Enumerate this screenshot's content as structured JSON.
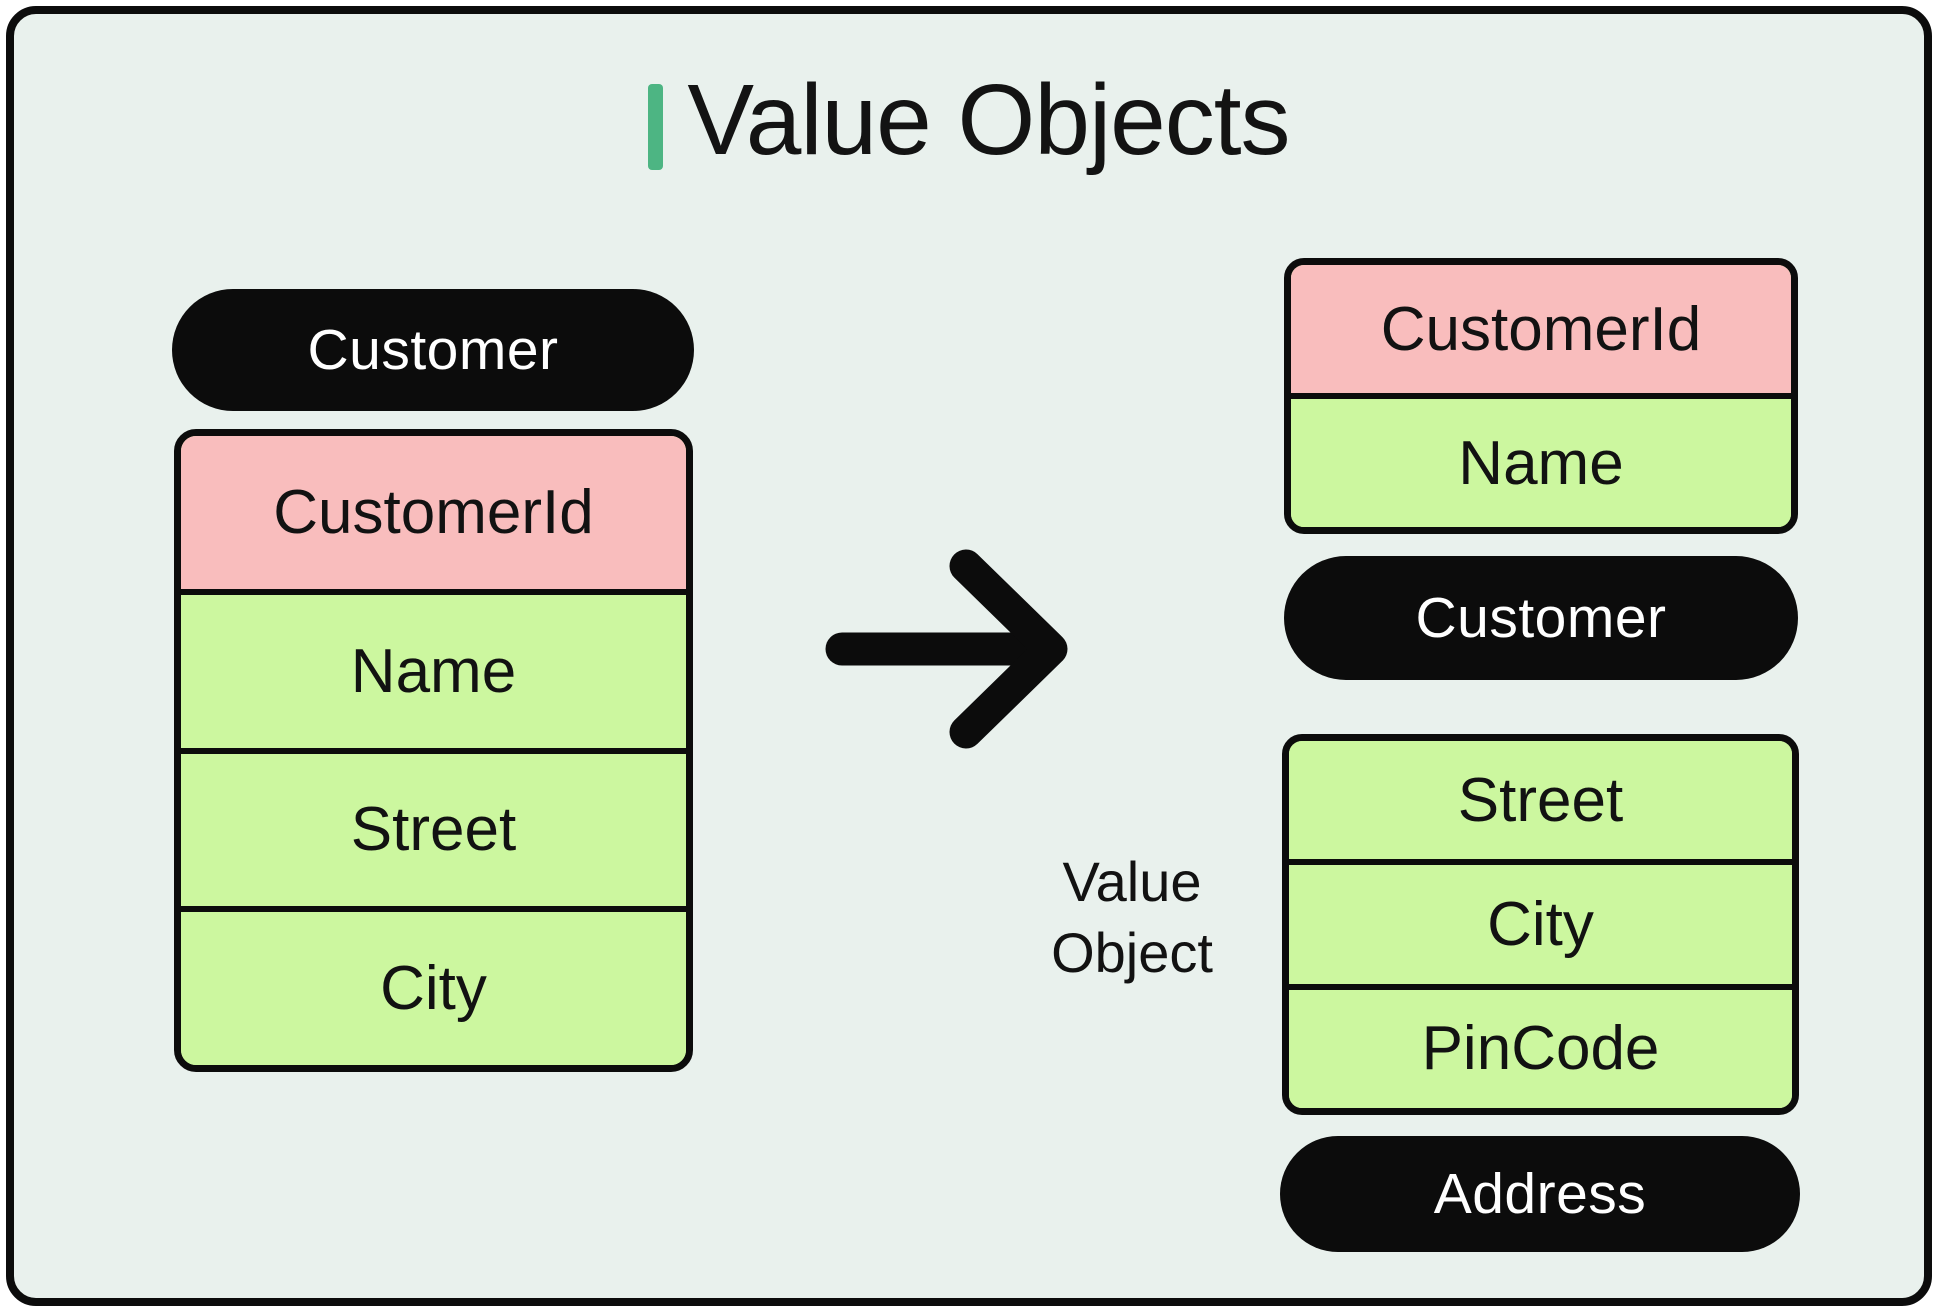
{
  "title": {
    "text": "Value Objects"
  },
  "colors": {
    "bg": "#e9f1ed",
    "pink": "#f9bdbd",
    "green": "#ccf79f",
    "accent": "#4db583",
    "black": "#0c0c0c"
  },
  "left_group": {
    "pill": "Customer",
    "rows": [
      {
        "label": "CustomerId"
      },
      {
        "label": "Name"
      },
      {
        "label": "Street"
      },
      {
        "label": "City"
      }
    ]
  },
  "arrow": {
    "icon": "right-arrow"
  },
  "right_top_group": {
    "rows": [
      {
        "label": "CustomerId"
      },
      {
        "label": "Name"
      }
    ],
    "pill": "Customer"
  },
  "right_bottom_group": {
    "annotation_line1": "Value",
    "annotation_line2": "Object",
    "rows": [
      {
        "label": "Street"
      },
      {
        "label": "City"
      },
      {
        "label": "PinCode"
      }
    ],
    "pill": "Address"
  }
}
